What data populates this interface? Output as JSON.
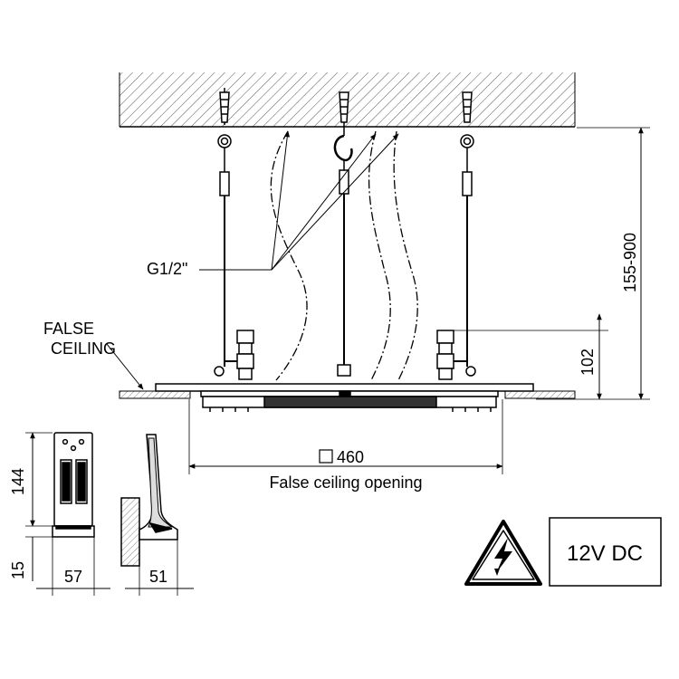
{
  "labels": {
    "thread": "G1/2\"",
    "false_ceiling_line1": "FALSE",
    "false_ceiling_line2": "CEILING",
    "height_range": "155-900",
    "height_102": "102",
    "opening_size": "460",
    "opening_caption": "False ceiling opening",
    "control_height": "144",
    "control_base": "15",
    "control_width": "57",
    "control_depth": "51",
    "voltage": "12V DC"
  },
  "icons": {
    "square_symbol": "square-dimension-icon",
    "warning": "high-voltage-warning-icon"
  },
  "colors": {
    "line": "#000000",
    "background": "#ffffff",
    "hatch": "#555555"
  }
}
